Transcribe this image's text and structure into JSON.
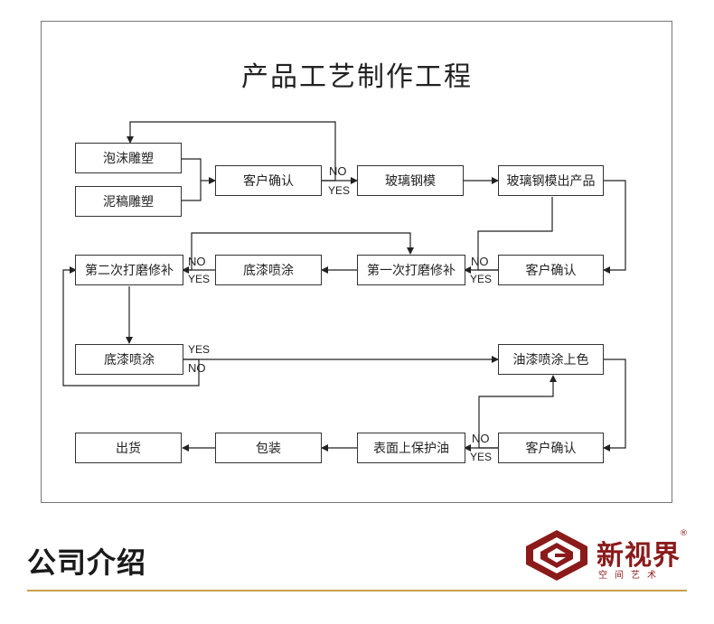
{
  "diagram": {
    "title": "产品工艺制作工程",
    "nodes": {
      "foam": "泡沫雕塑",
      "clay": "泥稿雕塑",
      "confirm1": "客户确认",
      "mold": "玻璃钢模",
      "mold_product": "玻璃钢模出产品",
      "second_polish": "第二次打磨修补",
      "primer1": "底漆喷涂",
      "first_polish": "第一次打磨修补",
      "confirm2": "客户确认",
      "primer2": "底漆喷涂",
      "topcoat": "油漆喷涂上色",
      "ship": "出货",
      "pack": "包装",
      "protect_oil": "表面上保护油",
      "confirm3": "客户确认"
    },
    "labels": {
      "yes": "YES",
      "no": "NO"
    }
  },
  "section": {
    "title": "公司介绍"
  },
  "logo": {
    "name": "新视界",
    "sub": "空间艺术",
    "reg": "®"
  },
  "colors": {
    "brand": "#8b1a1a",
    "rule": "#c8a24a"
  }
}
